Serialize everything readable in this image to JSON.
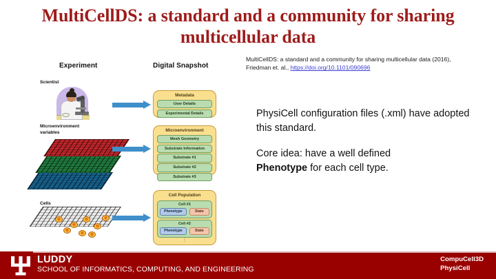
{
  "slide": {
    "title": "MultiCellDS: a standard and a community for sharing multicellular data",
    "title_color": "#9e1b1b"
  },
  "citation": {
    "text": "MultiCellDS: a standard and a community for sharing multicellular data (2016), Friedman et. al.,",
    "doi": "https://doi.org/10.1101/090696",
    "doi_color": "#3b3bd6"
  },
  "body": {
    "paragraph1": "PhysiCell configuration files (.xml) have adopted this standard.",
    "paragraph2_lead": "Core idea: have a well defined",
    "paragraph2_bold": "Phenotype",
    "paragraph2_tail": "for each cell type."
  },
  "diagram": {
    "column_headers": {
      "experiment": "Experiment",
      "digital_snapshot": "Digital Snapshot"
    },
    "left_labels": {
      "scientist": "Scientist",
      "microenvironment": "Microenvironment variables",
      "cells": "Cells"
    },
    "arrow_color": "#3f8fcb",
    "mesh_layer_colors": [
      "#c0262a",
      "#1f7a3d",
      "#17628f"
    ],
    "boxes": [
      {
        "title": "Metadata",
        "items": [
          "User Details",
          "Experimental Details"
        ]
      },
      {
        "title": "Microenvironment",
        "items": [
          "Mesh Geometry",
          "Substrate Information",
          "Substrate #1",
          "Substrate #2",
          "Substrate #3"
        ]
      },
      {
        "title": "Cell Population",
        "cells": [
          {
            "name": "Cell #1",
            "phenotype": "Phenotype",
            "state": "State"
          },
          {
            "name": "Cell #2",
            "phenotype": "Phenotype",
            "state": "State"
          }
        ],
        "continuation": "⋮"
      }
    ],
    "box_colors": {
      "outer": "#fadf8f",
      "group": "#b9dcb0",
      "phenotype": "#b3cbe8",
      "state": "#f5c5ab"
    }
  },
  "footer": {
    "background": "#990000",
    "brand_line1": "LUDDY",
    "brand_line2": "SCHOOL OF INFORMATICS, COMPUTING, AND ENGINEERING",
    "right_line1": "CompuCell3D",
    "right_line2": "PhysiCell"
  }
}
